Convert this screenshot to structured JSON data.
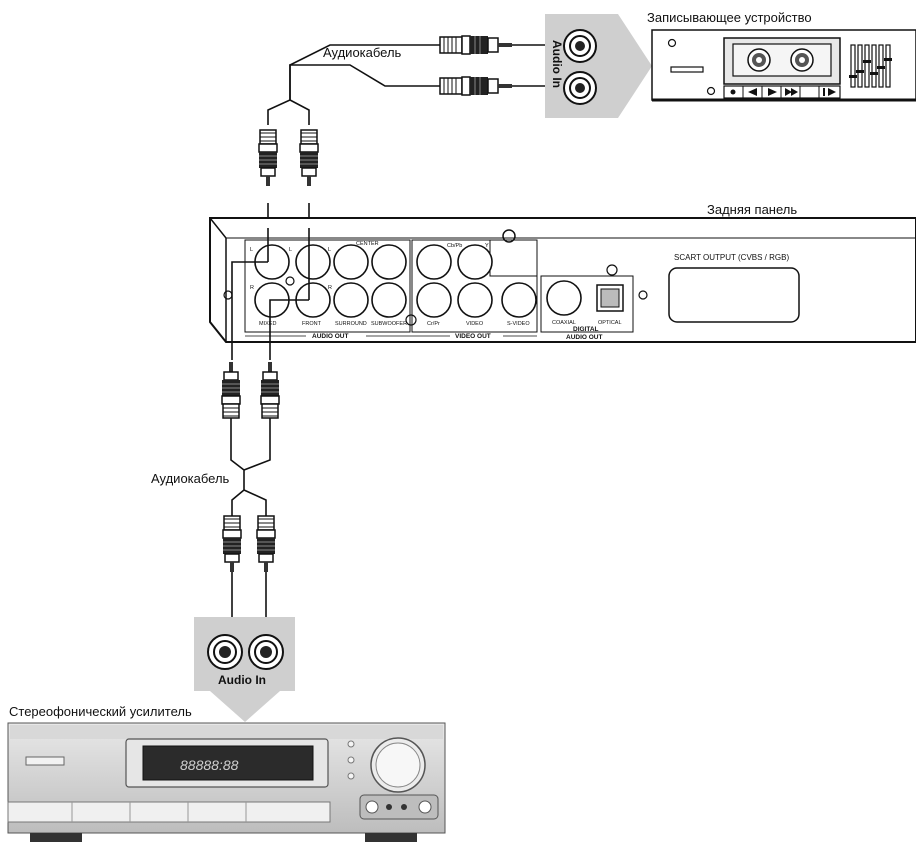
{
  "labels": {
    "recorder": "Записывающее устройство",
    "audio_cable_top": "Аудиокабель",
    "audio_in_recorder": "Audio In",
    "rear_panel": "Задняя панель",
    "audio_cable_bottom": "Аудиокабель",
    "audio_in_amp": "Audio In",
    "amplifier": "Стереофонический усилитель"
  },
  "rear_panel": {
    "jack_label_l_mixed": "L",
    "jack_label_l_front": "L",
    "jack_label_r_mixed": "R",
    "jack_label_r_front": "R",
    "center": "CENTER",
    "mixed": "MIXED",
    "front": "FRONT",
    "surround": "SURROUND",
    "subwoofer": "SUBWOOFER",
    "audio_out": "AUDIO OUT",
    "cbpb": "Cb/Pb",
    "y": "Y",
    "crpr": "Cr/Pr",
    "video": "VIDEO",
    "svideo": "S-VIDEO",
    "video_out": "VIDEO OUT",
    "coaxial": "COAXIAL",
    "optical": "OPTICAL",
    "digital": "DIGITAL",
    "digital_audio_out": "AUDIO OUT",
    "scart": "SCART OUTPUT (CVBS / RGB)"
  },
  "amp_display": "88888:88"
}
